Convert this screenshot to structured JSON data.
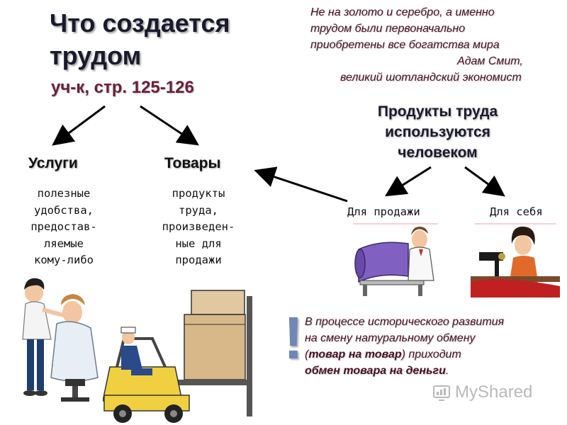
{
  "title": "Что создается трудом",
  "subtitle": "уч-к, стр. 125-126",
  "quote": {
    "line1": "Не на золото и серебро, а именно",
    "line2": "трудом были первоначально",
    "line3": "приобретены все богатства мира",
    "author": "Адам Смит,",
    "author_desc": "великий шотландский экономист"
  },
  "products": {
    "line1": "Продукты труда",
    "line2": "используются",
    "line3": "человеком",
    "for_sale": "Для продажи",
    "for_self": "Для себя"
  },
  "services": {
    "heading": "Услуги",
    "desc": [
      "полезные",
      "удобства,",
      "предостав-",
      "ляемые",
      "кому-либо"
    ]
  },
  "goods": {
    "heading": "Товары",
    "desc": [
      "продукты",
      "труда,",
      "произведен-",
      "ные для",
      "продажи"
    ]
  },
  "note": {
    "exclamation": "!",
    "line1": "В процессе исторического развития",
    "line2": "на смену натуральному обмену",
    "line3_open": "(",
    "line3_bold": "товар на товар",
    "line3_rest": ") приходит",
    "line4": "обмен товара на деньги",
    "line4_end": "."
  },
  "watermark": "MyShared",
  "icons": {
    "hairdresser": "hairdresser-clipart",
    "forklift": "forklift-clipart",
    "tailor": "tailor-clipart",
    "sewing": "sewing-machine-clipart"
  },
  "colors": {
    "title": "#1a1a2e",
    "subtitle": "#6b1f3a",
    "italic_text": "#4a0f25",
    "exclamation": "#6e87b6"
  }
}
